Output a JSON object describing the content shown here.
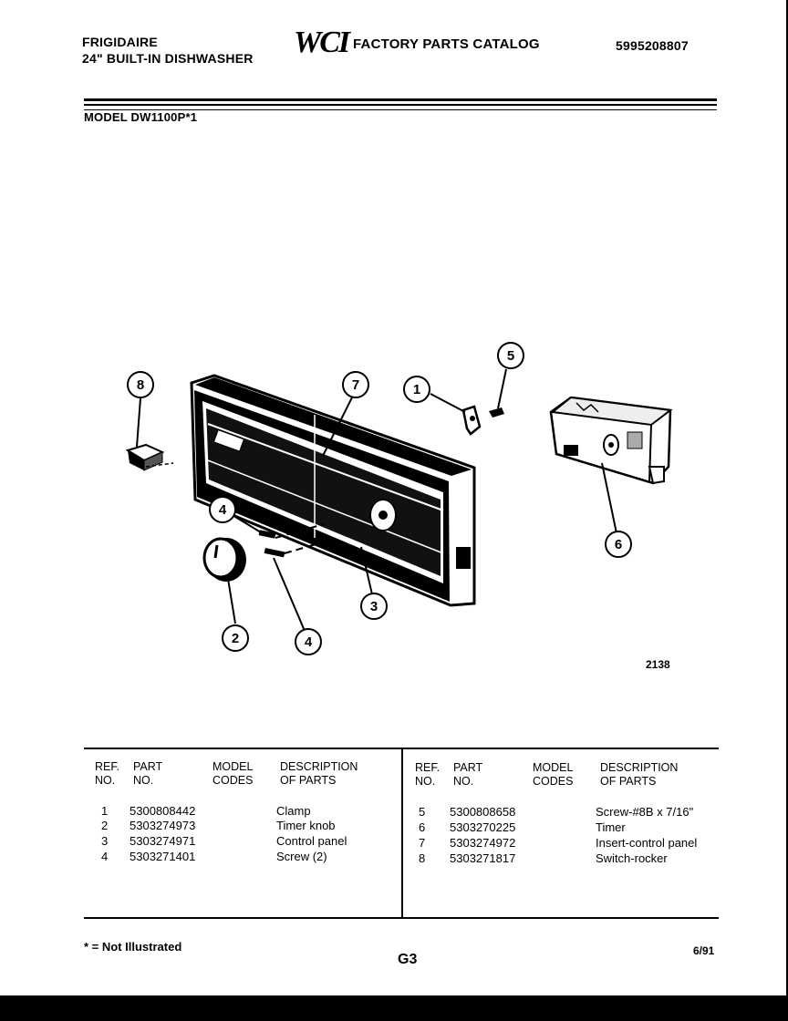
{
  "header": {
    "brand": "FRIGIDAIRE",
    "product": "24\" BUILT-IN DISHWASHER",
    "logo": "WCI",
    "catalog_title": "FACTORY PARTS CATALOG",
    "catalog_number": "5995208807",
    "model": "MODEL DW1100P*1"
  },
  "diagram": {
    "figure_number": "2138",
    "callouts": [
      "1",
      "2",
      "3",
      "4",
      "4",
      "5",
      "6",
      "7",
      "8"
    ]
  },
  "table": {
    "columns": {
      "ref": [
        "REF.",
        "NO."
      ],
      "part": [
        "PART",
        "NO."
      ],
      "model": [
        "MODEL",
        "CODES"
      ],
      "desc": [
        "DESCRIPTION",
        "OF PARTS"
      ]
    },
    "left_rows": [
      {
        "ref": "1",
        "part": "5300808442",
        "desc": "Clamp"
      },
      {
        "ref": "2",
        "part": "5303274973",
        "desc": "Timer knob"
      },
      {
        "ref": "3",
        "part": "5303274971",
        "desc": "Control panel"
      },
      {
        "ref": "4",
        "part": "5303271401",
        "desc": "Screw (2)"
      }
    ],
    "right_rows": [
      {
        "ref": "5",
        "part": "5300808658",
        "desc": "Screw-#8B x 7/16\""
      },
      {
        "ref": "6",
        "part": "5303270225",
        "desc": "Timer"
      },
      {
        "ref": "7",
        "part": "5303274972",
        "desc": "Insert-control panel"
      },
      {
        "ref": "8",
        "part": "5303271817",
        "desc": "Switch-rocker"
      }
    ]
  },
  "footer": {
    "note": "* = Not Illustrated",
    "page": "G3",
    "date": "6/91"
  }
}
